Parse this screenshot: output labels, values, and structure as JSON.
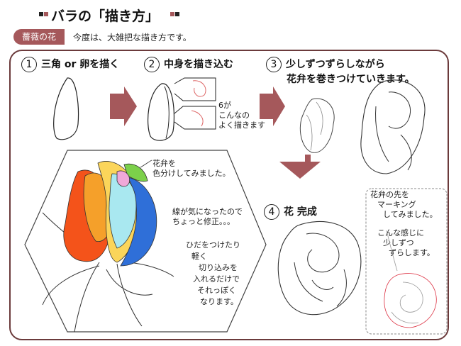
{
  "header": {
    "title": "バラの「描き方」",
    "tag": "薔薇の花",
    "subtitle": "今度は、大雑把な描き方です。"
  },
  "steps": [
    {
      "number": "1",
      "label": "三角 or 卵を描く"
    },
    {
      "number": "2",
      "label": "中身を描き込む"
    },
    {
      "number": "3",
      "label": "少しずつずらしながら",
      "label2": "花弁を巻きつけていきます。"
    },
    {
      "number": "4",
      "label": "花 完成"
    }
  ],
  "notes": {
    "step2": [
      "6が",
      "こんなの",
      "よく描きます"
    ],
    "colored": [
      "花弁を",
      "色分けしてみました。"
    ],
    "fix": [
      "線が気になったので",
      "ちょっと修正。。。"
    ],
    "shade": [
      "ひだをつけたり",
      "軽く",
      "切り込みを",
      "入れるだけで",
      "それっぽく",
      "なります。"
    ],
    "marking": [
      "花弁の先を",
      "マーキング",
      "してみました。"
    ],
    "shift": [
      "こんな感じに",
      "少しずつ",
      "ずらします。"
    ]
  },
  "colors": {
    "accent": "#a5585b",
    "frame": "#6b3a3b",
    "arrow": "#a5585b"
  }
}
